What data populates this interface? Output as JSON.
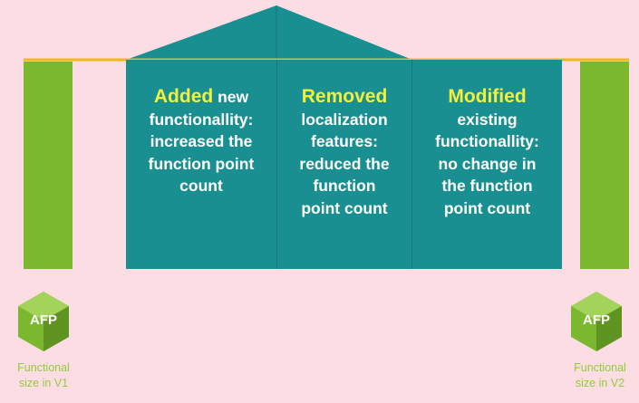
{
  "colors": {
    "background": "#fddde4",
    "pillar": "#7cb82f",
    "panel": "#1a8f92",
    "keyword": "#f4f03a",
    "beam": "#f2b818",
    "caption": "#8fcc3c"
  },
  "panels": [
    {
      "keyword": "Added",
      "lines": [
        "new",
        "functionallity:",
        "increased the",
        "function point",
        "count"
      ]
    },
    {
      "keyword": "Removed",
      "lines": [
        "localization",
        "features:",
        "reduced the",
        "function",
        "point count"
      ]
    },
    {
      "keyword": "Modified",
      "lines": [
        "existing",
        "functionallity:",
        "no change in",
        "the function",
        "point count"
      ]
    }
  ],
  "badges": [
    {
      "icon": "afp-hexagon-icon",
      "label": "AFP",
      "caption_line1": "Functional",
      "caption_line2": "size in V1"
    },
    {
      "icon": "afp-hexagon-icon",
      "label": "AFP",
      "caption_line1": "Functional",
      "caption_line2": "size in V2"
    }
  ]
}
